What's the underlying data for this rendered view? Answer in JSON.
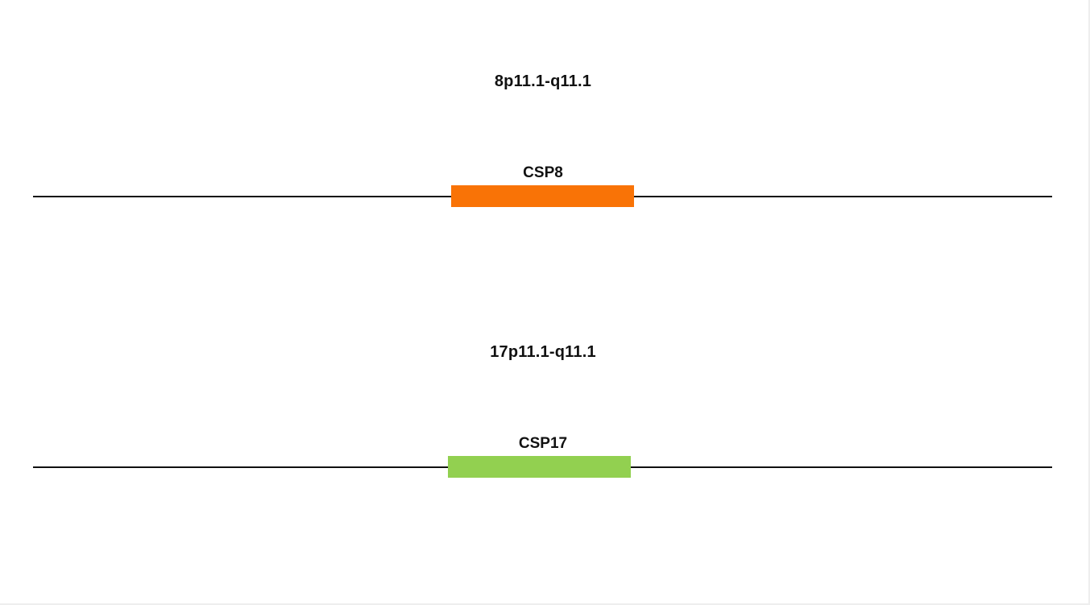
{
  "probes": [
    {
      "region": "8p11.1-q11.1",
      "probe_name": "CSP8",
      "color": "#F97306"
    },
    {
      "region": "17p11.1-q11.1",
      "probe_name": "CSP17",
      "color": "#92D050"
    }
  ],
  "colors": {
    "background": "#FFFFFF",
    "line": "#111111"
  }
}
